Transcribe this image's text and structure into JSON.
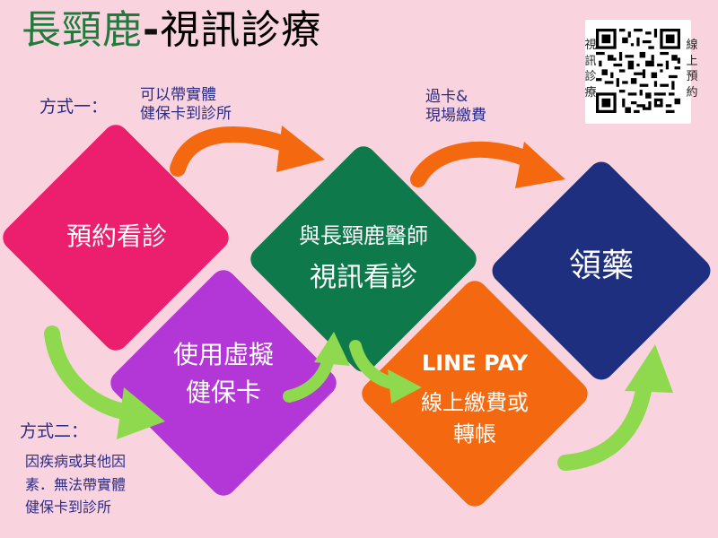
{
  "title": {
    "green": "長頸鹿",
    "dash": "-",
    "black": "視訊診療"
  },
  "method1": {
    "head": "方式一：",
    "desc_line1": "可以帶實體",
    "desc_line2": "健保卡到診所"
  },
  "payment_note": {
    "line1": "過卡&",
    "line2": "現場繳費"
  },
  "method2": {
    "head": "方式二：",
    "desc_line1": "因疾病或其他因",
    "desc_line2": "素．無法帶實體",
    "desc_line3": "健保卡到診所"
  },
  "qr": {
    "left_label": "視訊診療",
    "right_label": "線上預約",
    "icon": "qr-code-icon"
  },
  "steps": {
    "book": "預約看診",
    "virtual_card": {
      "line1": "使用虛擬",
      "line2": "健保卡"
    },
    "video": {
      "line1": "與長頸鹿醫師",
      "line2": "視訊看診"
    },
    "linepay": {
      "line1": "LINE PAY",
      "line2": "線上繳費或",
      "line3": "轉帳"
    },
    "medicine": "領藥"
  },
  "colors": {
    "background": "#f9d4df",
    "book": "#ec1e6e",
    "virtual_card": "#b237d6",
    "video": "#0e7a4c",
    "linepay": "#f4690f",
    "medicine": "#1e2f80",
    "arrow_orange": "#f4690f",
    "arrow_green": "#8fd94e",
    "text_blue": "#2b2b86",
    "title_green": "#1f7a3c"
  }
}
